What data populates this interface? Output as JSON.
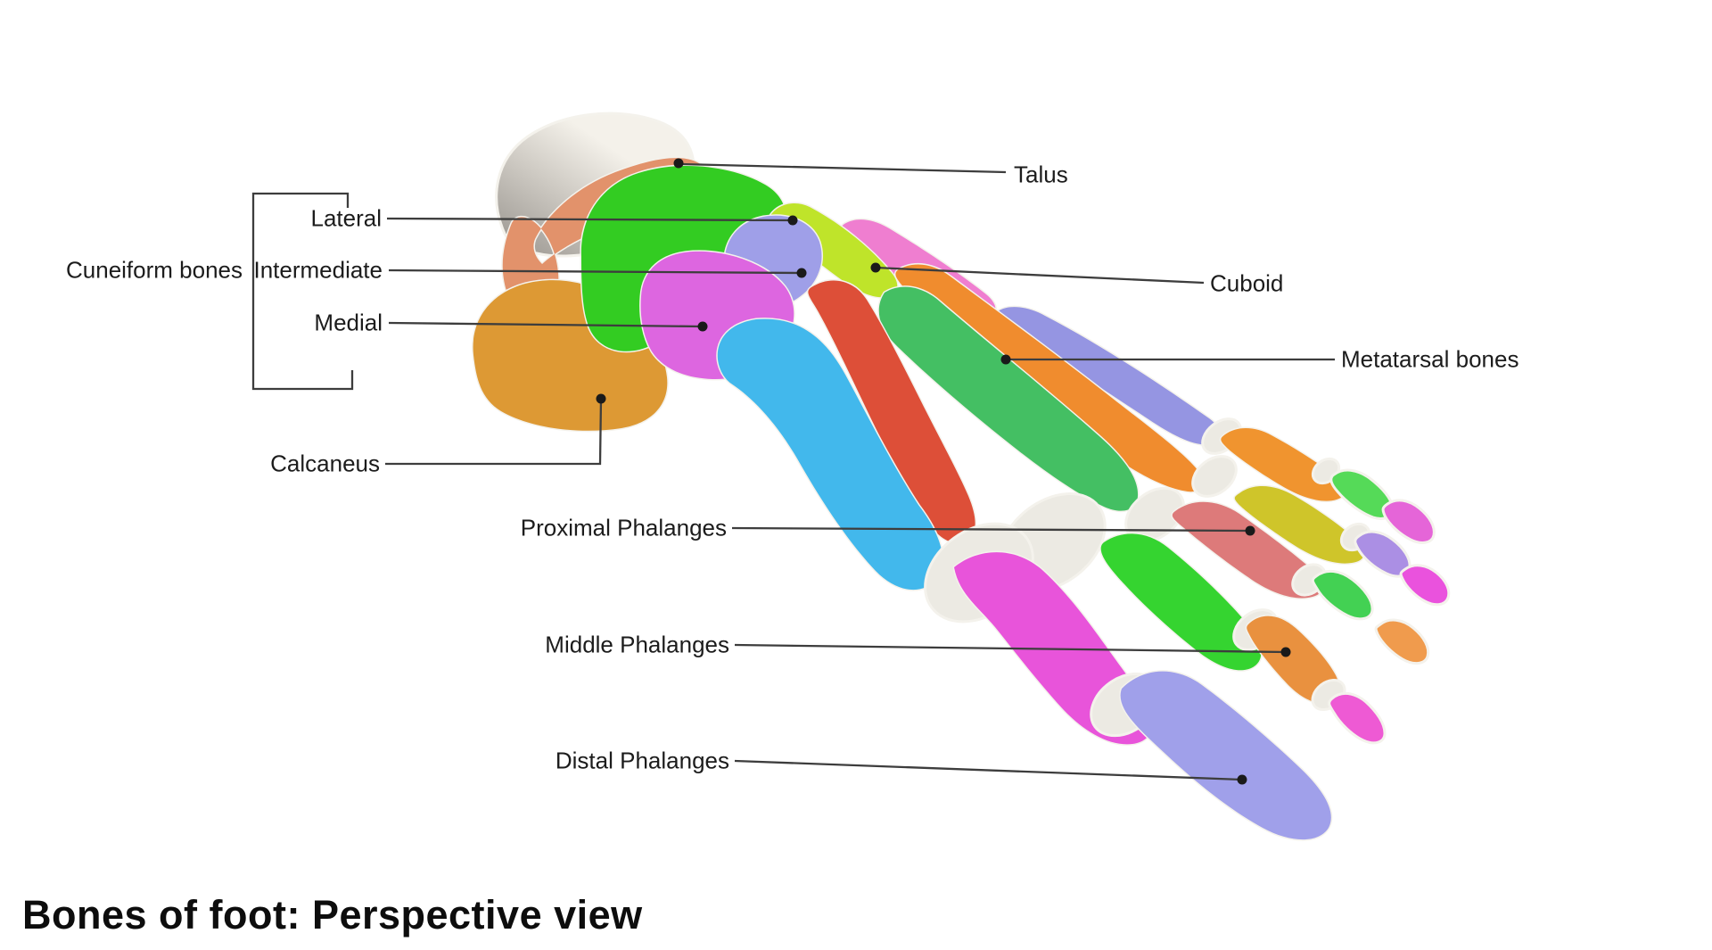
{
  "title": {
    "text": "Bones of foot: Perspective view"
  },
  "labels": {
    "talus": {
      "text": "Talus"
    },
    "cuboid": {
      "text": "Cuboid"
    },
    "metatarsal_bones": {
      "text": "Metatarsal bones"
    },
    "cuneiform_group": {
      "text": "Cuneiform bones"
    },
    "lateral": {
      "text": "Lateral"
    },
    "intermediate": {
      "text": "Intermediate"
    },
    "medial": {
      "text": "Medial"
    },
    "calcaneus": {
      "text": "Calcaneus"
    },
    "proximal_phalanges": {
      "text": "Proximal Phalanges"
    },
    "middle_phalanges": {
      "text": "Middle Phalanges"
    },
    "distal_phalanges": {
      "text": "Distal Phalanges"
    }
  },
  "palette": {
    "background": "#ffffff",
    "line": "#3d3d3d",
    "dot": "#1a1a1a",
    "text": "#1c1c1c",
    "dome_light": "#f4f1ea",
    "dome_mid": "#cfcbc4",
    "dome_dark": "#9d9993",
    "talus": "#e2926b",
    "calcaneus": "#dd9934",
    "navicular": "#33cc22",
    "cuboid": "#ef7ed0",
    "lateral_cuneiform": "#bfe42a",
    "intermediate_cuneiform": "#9f9fe8",
    "medial_cuneiform": "#dd66e0",
    "metatarsal_1": "#42b8ec",
    "metatarsal_2": "#dd4f38",
    "metatarsal_3": "#44bf63",
    "metatarsal_4": "#f08c2e",
    "metatarsal_5": "#9595e2",
    "hallux_proximal": "#e854da",
    "hallux_distal": "#a0a0ea",
    "toe2_proximal": "#35d430",
    "toe2_middle": "#e9913f",
    "toe2_distal": "#ee5ad4",
    "toe3_proximal": "#dd7a7a",
    "toe3_middle": "#43d153",
    "toe3_distal": "#f09b4d",
    "toe4_proximal": "#cfc52a",
    "toe4_middle": "#ab8fe4",
    "toe4_distal": "#ea52dd",
    "toe5_proximal": "#f0942f",
    "toe5_middle": "#55da58",
    "toe5_distal": "#e565d8",
    "joint": "#eceae3"
  }
}
